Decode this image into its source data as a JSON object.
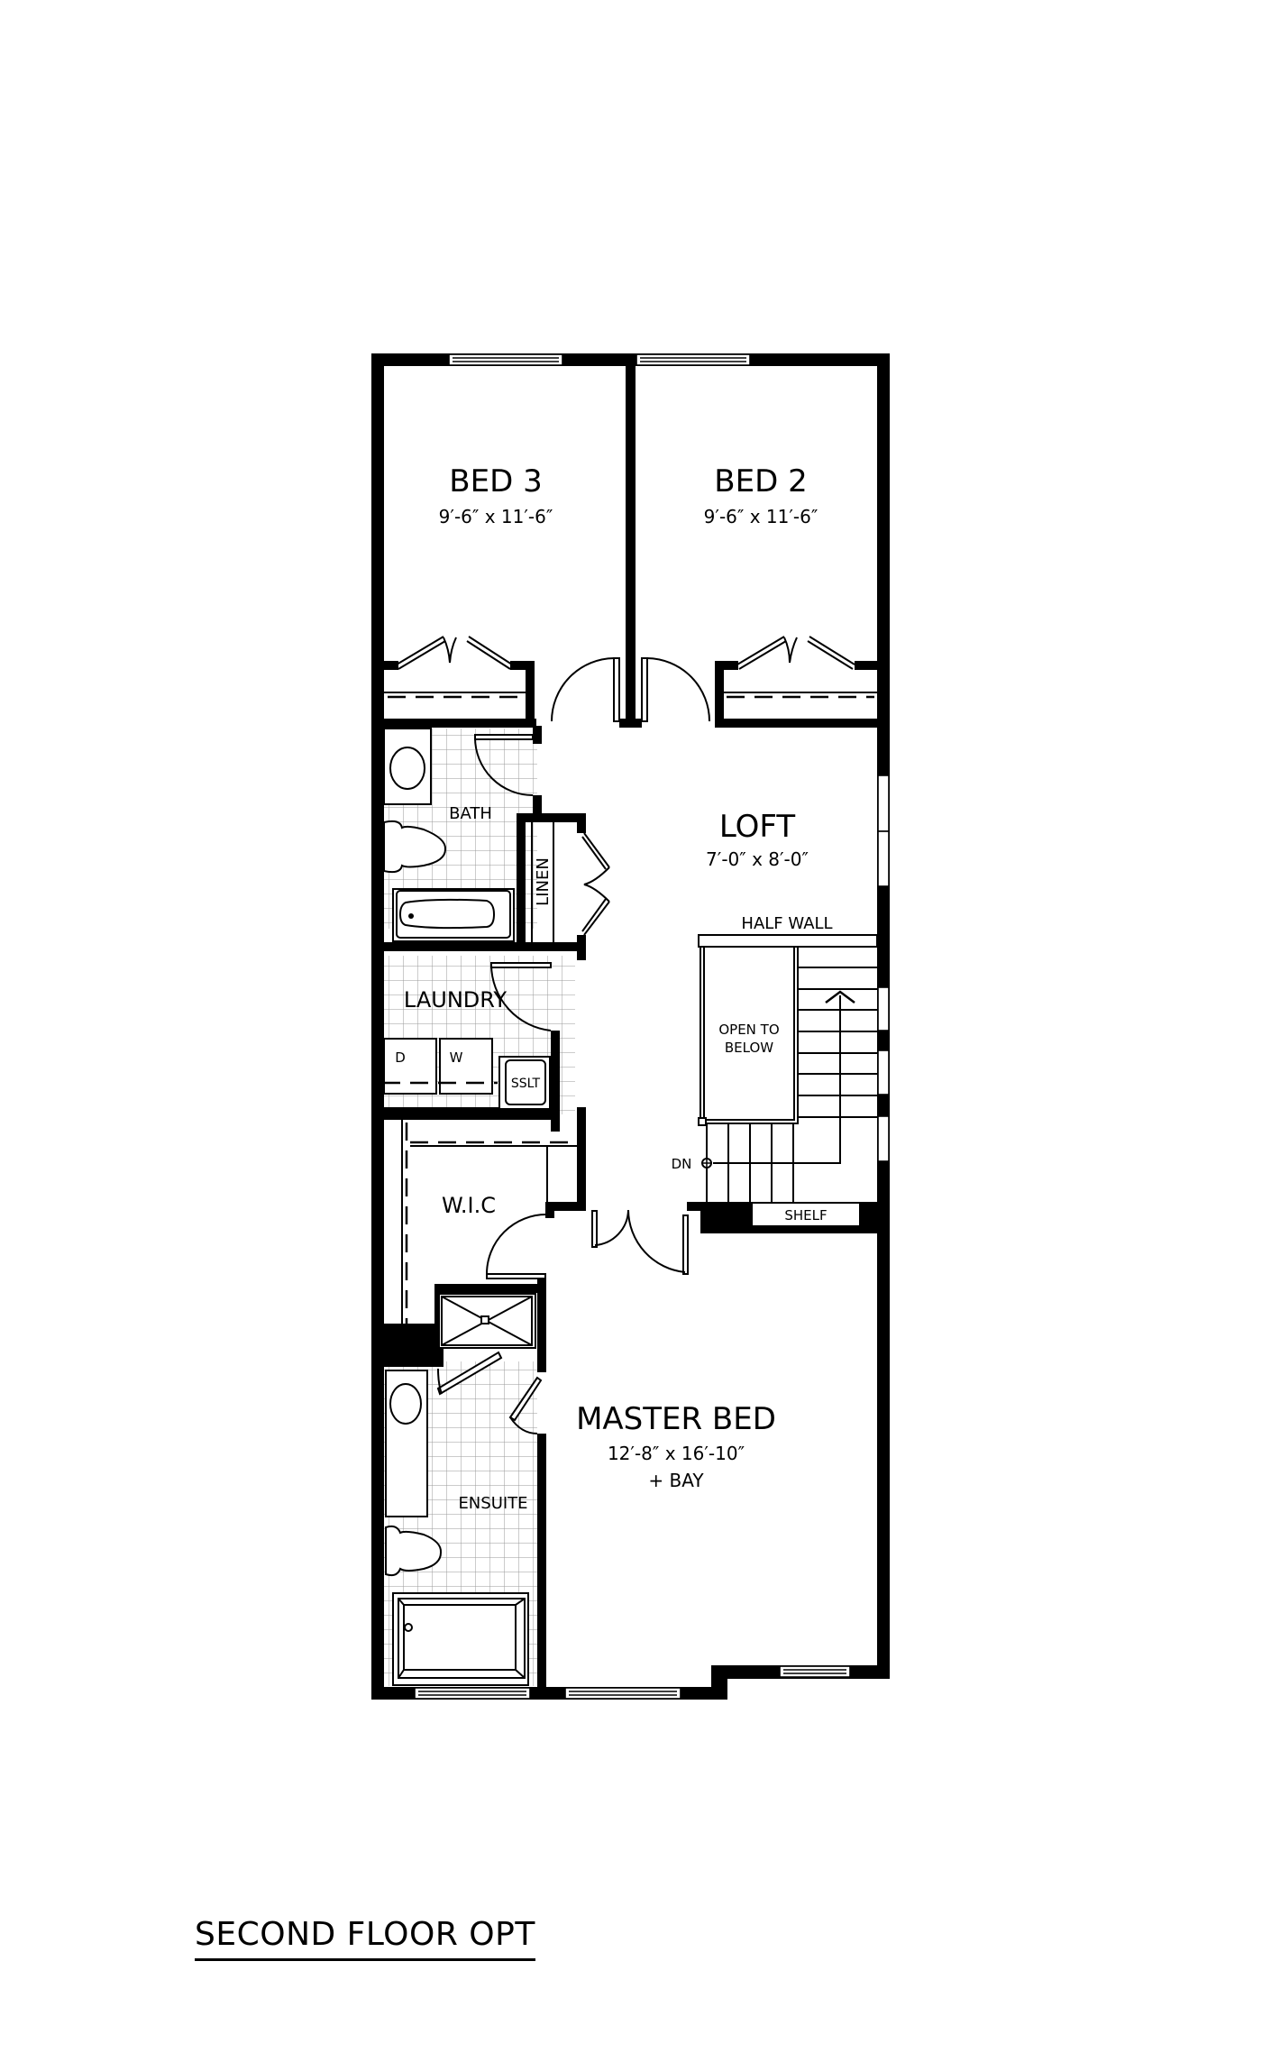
{
  "plan_title": "SECOND FLOOR OPT",
  "rooms": {
    "bed3": {
      "name": "BED 3",
      "dims": "9′-6″ x 11′-6″"
    },
    "bed2": {
      "name": "BED 2",
      "dims": "9′-6″ x 11′-6″"
    },
    "loft": {
      "name": "LOFT",
      "dims": "7′-0″ x 8′-0″"
    },
    "bath": {
      "name": "BATH"
    },
    "linen": {
      "name": "LINEN"
    },
    "laundry": {
      "name": "LAUNDRY"
    },
    "wic": {
      "name": "W.I.C"
    },
    "ensuite": {
      "name": "ENSUITE"
    },
    "master": {
      "name": "MASTER BED",
      "dims": "12′-8″ x 16′-10″",
      "extra": "+ BAY"
    }
  },
  "annotations": {
    "half_wall": "HALF WALL",
    "open_to_below_line1": "OPEN TO",
    "open_to_below_line2": "BELOW",
    "stairs_down": "DN",
    "shelf": "SHELF",
    "dryer": "D",
    "washer": "W",
    "sink": "SSLT"
  }
}
